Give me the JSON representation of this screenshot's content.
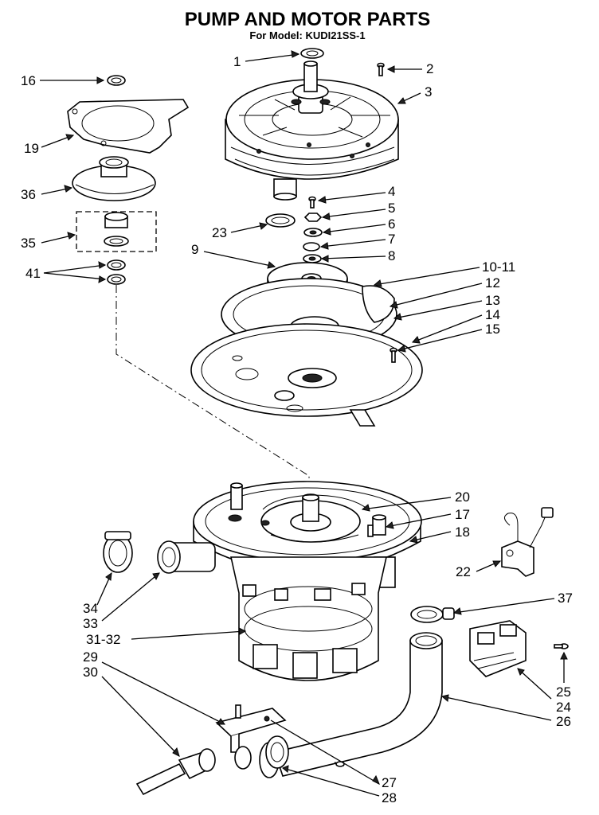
{
  "title": "PUMP AND MOTOR PARTS",
  "subtitle": "For Model: KUDI21SS-1",
  "callouts": [
    {
      "id": "c1",
      "text": "1"
    },
    {
      "id": "c2",
      "text": "2"
    },
    {
      "id": "c3",
      "text": "3"
    },
    {
      "id": "c4",
      "text": "4"
    },
    {
      "id": "c5",
      "text": "5"
    },
    {
      "id": "c6",
      "text": "6"
    },
    {
      "id": "c7",
      "text": "7"
    },
    {
      "id": "c8",
      "text": "8"
    },
    {
      "id": "c9",
      "text": "9"
    },
    {
      "id": "c1011",
      "text": "10-11"
    },
    {
      "id": "c12",
      "text": "12"
    },
    {
      "id": "c13",
      "text": "13"
    },
    {
      "id": "c14",
      "text": "14"
    },
    {
      "id": "c15",
      "text": "15"
    },
    {
      "id": "c16",
      "text": "16"
    },
    {
      "id": "c17",
      "text": "17"
    },
    {
      "id": "c18",
      "text": "18"
    },
    {
      "id": "c19",
      "text": "19"
    },
    {
      "id": "c20",
      "text": "20"
    },
    {
      "id": "c22",
      "text": "22"
    },
    {
      "id": "c23",
      "text": "23"
    },
    {
      "id": "c24",
      "text": "24"
    },
    {
      "id": "c25",
      "text": "25"
    },
    {
      "id": "c26",
      "text": "26"
    },
    {
      "id": "c27",
      "text": "27"
    },
    {
      "id": "c28",
      "text": "28"
    },
    {
      "id": "c29",
      "text": "29"
    },
    {
      "id": "c30",
      "text": "30"
    },
    {
      "id": "c3132",
      "text": "31-32"
    },
    {
      "id": "c33",
      "text": "33"
    },
    {
      "id": "c34",
      "text": "34"
    },
    {
      "id": "c35",
      "text": "35"
    },
    {
      "id": "c36",
      "text": "36"
    },
    {
      "id": "c37",
      "text": "37"
    },
    {
      "id": "c41",
      "text": "41"
    }
  ]
}
